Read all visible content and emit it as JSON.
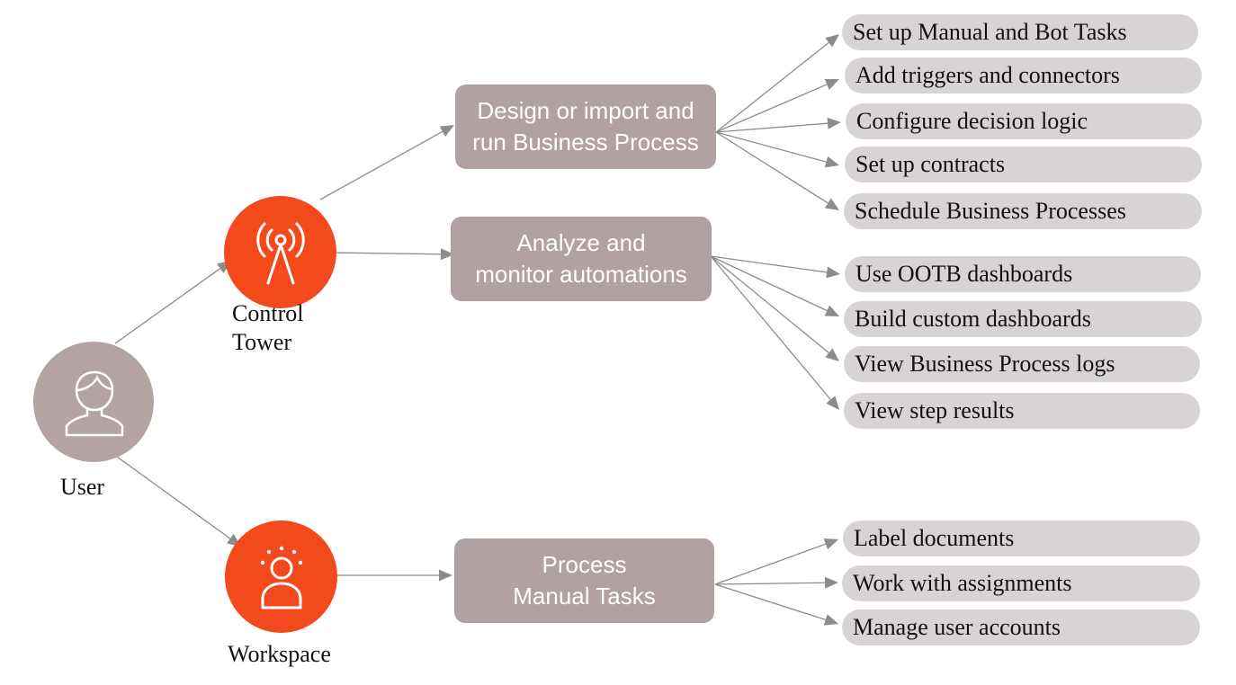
{
  "nodes": {
    "user": {
      "label": "User",
      "icon": "person-icon"
    },
    "control_tower": {
      "label_lines": [
        "Control",
        "Tower"
      ],
      "icon": "antenna-icon"
    },
    "workspace": {
      "label": "Workspace",
      "icon": "person-idea-icon"
    }
  },
  "processes": {
    "design": {
      "lines": [
        "Design or import and",
        "run Business Process"
      ]
    },
    "analyze": {
      "lines": [
        "Analyze and",
        "monitor automations"
      ]
    },
    "manual": {
      "lines": [
        "Process",
        "Manual Tasks"
      ]
    }
  },
  "tasks": {
    "design": [
      "Set up Manual and Bot Tasks",
      "Add triggers and connectors",
      "Configure decision logic",
      "Set up  contracts",
      "Schedule Business Processes"
    ],
    "analyze": [
      "Use OOTB dashboards",
      "Build custom dashboards",
      "View Business Process logs",
      "View step results"
    ],
    "manual": [
      "Label documents",
      "Work with assignments",
      "Manage user accounts"
    ]
  },
  "colors": {
    "accent_orange": "#f24a1c",
    "process_box": "#b0a2a2",
    "user_circle": "#b3a3a3",
    "task_pill": "#d9d4d4",
    "connector": "#8c8c8c"
  }
}
